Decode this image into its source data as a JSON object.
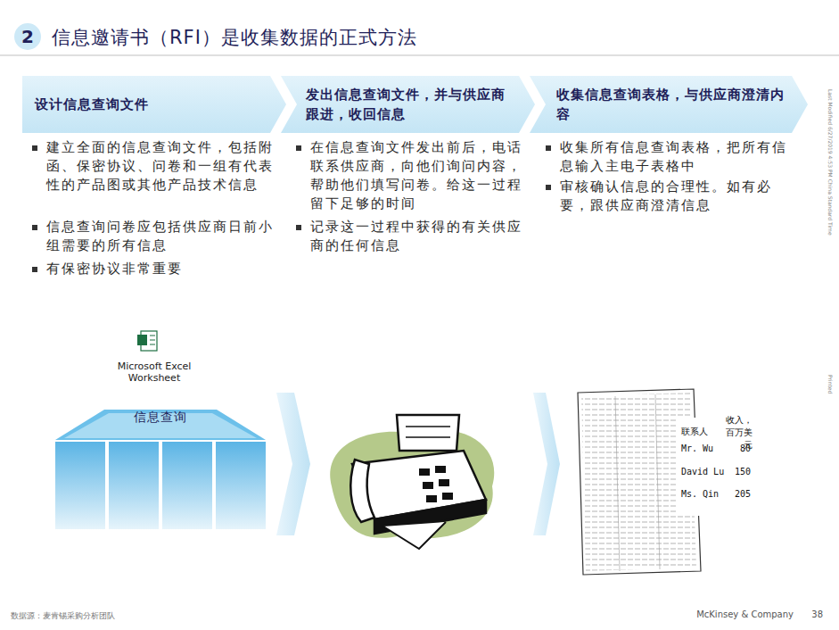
{
  "diagram": {
    "title": "信息邀请书（RFI）是收集数据的正式方法",
    "nodes": [
      {
        "text": [
          "设计信息查询文件"
        ]
      },
      {
        "text": [
          "发出信息查询文件，并与供应商跟进，收回信息"
        ]
      },
      {
        "text": [
          "收集信息查询表格，与供应商澄清内容"
        ]
      },
      {
        "text": [
          "信息查询"
        ]
      }
    ],
    "labels": [
      "2",
      "建立全面的信息查询文件，包括附函、保密协议、问卷和一组有代表性的产品图或其他产品技术信息",
      "信息查询问卷应包括供应商日前小组需要的所有信息",
      "有保密协议非常重要",
      "在信息查询文件发出前后，电话联系供应商，向他们询问内容，帮助他们填写问卷。给这一过程留下足够的时间",
      "记录这一过程中获得的有关供应商的任何信息",
      "收集所有信息查询表格，把所有信息输入主电子表格中",
      "审核确认信息的合理性。如有必要，跟供应商澄清信息",
      "Microsoft Excel Worksheet",
      "联系人",
      "收入，百万美元",
      "Mr. Wu",
      "80",
      "David Lu",
      "150",
      "Ms. Qin",
      "205",
      "数据源：麦肯锡采购分析团队",
      "McKinsey & Company",
      "38",
      "Last Modified 6/27/2019 4:53 PM China Standard Time",
      "Printed"
    ]
  }
}
